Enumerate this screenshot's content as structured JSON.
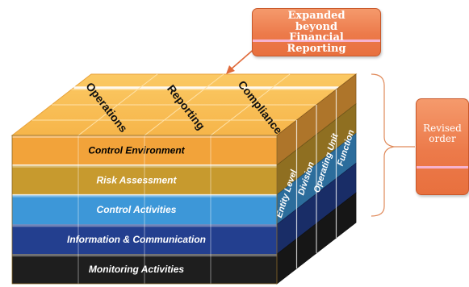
{
  "callouts": {
    "expanded": "Expanded\nbeyond\nFinancial\nReporting",
    "revised": "Revised\norder"
  },
  "top_face": {
    "objectives": [
      "Operations",
      "Reporting",
      "Compliance"
    ]
  },
  "front_face": {
    "components": [
      {
        "label": "Control Environment",
        "color": "#f2a33a",
        "text_color": "#000000"
      },
      {
        "label": "Risk Assessment",
        "color": "#c79a2e",
        "text_color": "#ffffff"
      },
      {
        "label": "Control Activities",
        "color": "#3d97d8",
        "text_color": "#ffffff"
      },
      {
        "label": "Information & Communication",
        "color": "#233f8f",
        "text_color": "#ffffff"
      },
      {
        "label": "Monitoring Activities",
        "color": "#1e1e1e",
        "text_color": "#ffffff"
      }
    ]
  },
  "side_face": {
    "levels": [
      "Entity Level",
      "Division",
      "Operating Unit",
      "Function"
    ]
  },
  "colors": {
    "top": "#f6b54a",
    "callout": "#ec7a4a",
    "arrow": "#e06a3a",
    "bracket": "#e08a5a"
  }
}
